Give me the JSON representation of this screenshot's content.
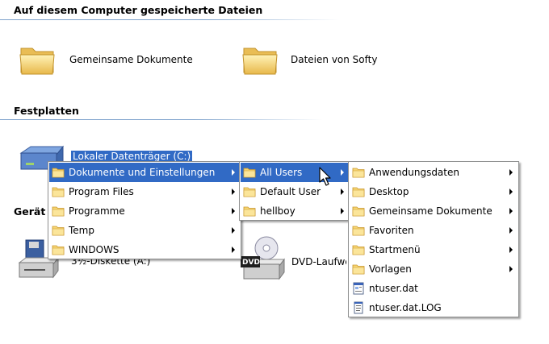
{
  "sections": {
    "local_files": "Auf diesem Computer gespeicherte Dateien",
    "hard_drives": "Festplatten",
    "devices_partial": "Gerät"
  },
  "local_files": {
    "items": [
      {
        "label": "Gemeinsame Dokumente",
        "icon": "folder-icon"
      },
      {
        "label": "Dateien von Softy",
        "icon": "folder-icon"
      }
    ]
  },
  "hard_drives": {
    "selected_drive_label": "Lokaler Datenträger (C:)",
    "icon": "hard-drive-icon"
  },
  "devices": {
    "items": [
      {
        "label": "3½-Diskette (A:)",
        "icon": "floppy-drive-icon"
      },
      {
        "label": "DVD-Laufwerk",
        "icon": "dvd-drive-icon",
        "badge": "DVD"
      }
    ]
  },
  "menu1": {
    "items": [
      {
        "label": "Dokumente und Einstellungen",
        "highlighted": true
      },
      {
        "label": "Program Files"
      },
      {
        "label": "Programme"
      },
      {
        "label": "Temp"
      },
      {
        "label": "WINDOWS"
      }
    ]
  },
  "menu2": {
    "items": [
      {
        "label": "All Users",
        "highlighted": true
      },
      {
        "label": "Default User"
      },
      {
        "label": "hellboy"
      }
    ]
  },
  "menu3": {
    "items": [
      {
        "label": "Anwendungsdaten",
        "icon": "folder-icon",
        "submenu": true
      },
      {
        "label": "Desktop",
        "icon": "folder-icon",
        "submenu": true
      },
      {
        "label": "Gemeinsame Dokumente",
        "icon": "folder-icon",
        "submenu": true
      },
      {
        "label": "Favoriten",
        "icon": "folder-icon",
        "submenu": true
      },
      {
        "label": "Startmenü",
        "icon": "folder-icon",
        "submenu": true
      },
      {
        "label": "Vorlagen",
        "icon": "folder-icon",
        "submenu": true
      },
      {
        "label": "ntuser.dat",
        "icon": "system-file-icon",
        "submenu": false
      },
      {
        "label": "ntuser.dat.LOG",
        "icon": "text-file-icon",
        "submenu": false
      }
    ]
  },
  "colors": {
    "highlight": "#316ac5",
    "section_line": "#7fa3cc",
    "folder": "#f7d774"
  }
}
